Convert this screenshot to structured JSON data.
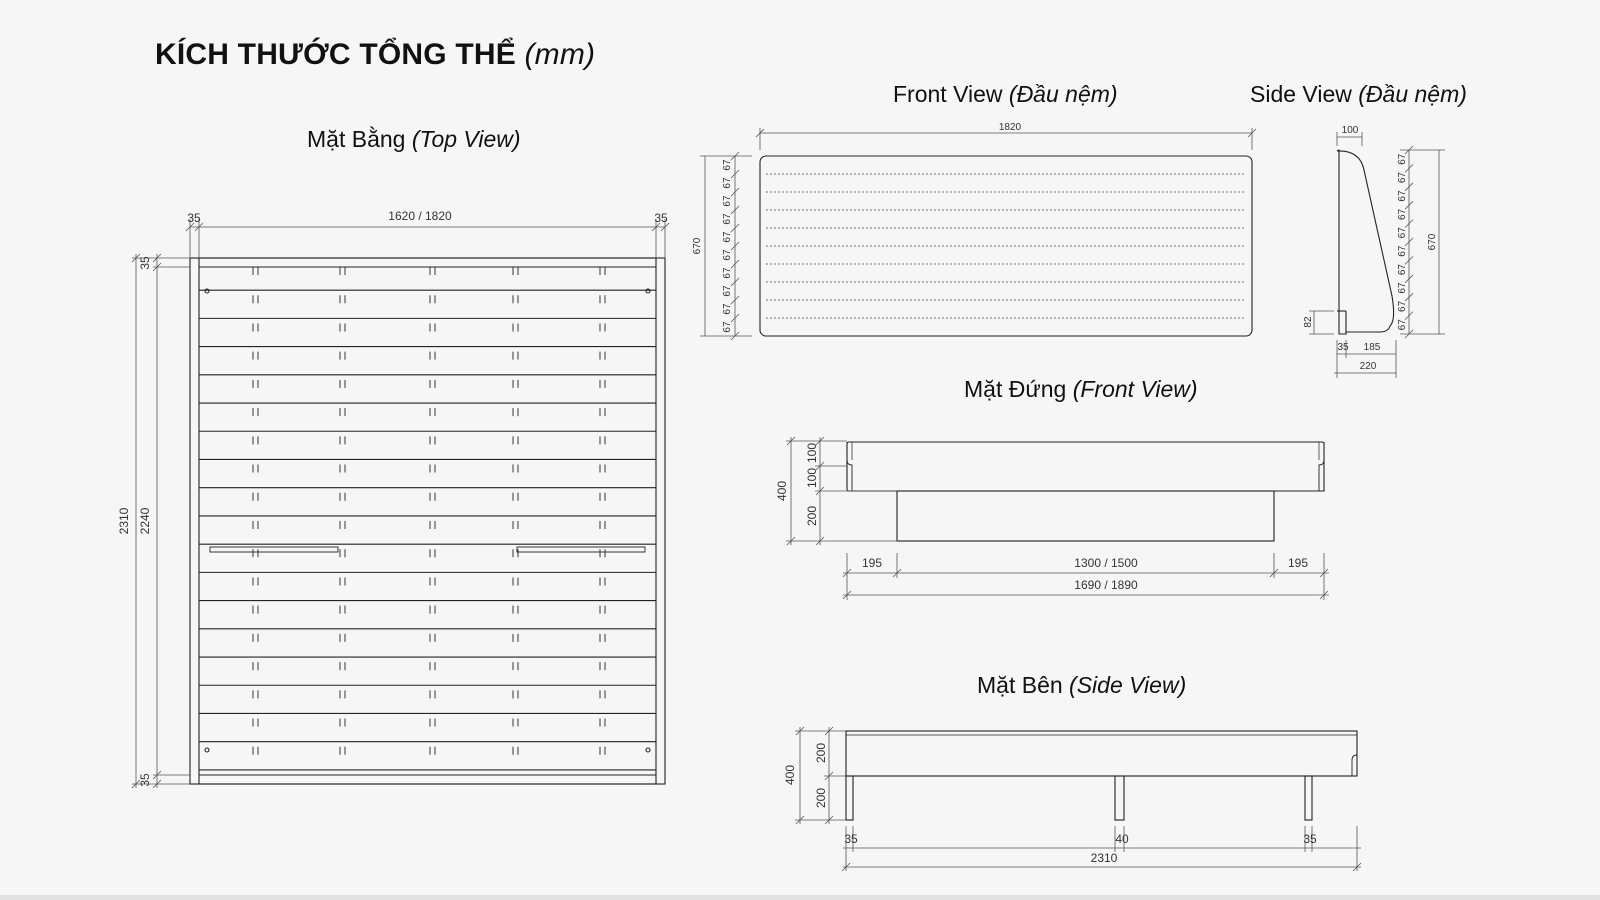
{
  "title": {
    "main": "KÍCH THƯỚC TỔNG THỂ",
    "unit": "(mm)"
  },
  "views": {
    "top": {
      "label": "Mặt Bằng",
      "sub": "(Top View)"
    },
    "front_head": {
      "label": "Front View",
      "sub": "(Đầu nệm)"
    },
    "side_head": {
      "label": "Side View",
      "sub": "(Đầu nệm)"
    },
    "front": {
      "label": "Mặt Đứng",
      "sub": "(Front View)"
    },
    "side": {
      "label": "Mặt Bên",
      "sub": "(Side View)"
    }
  },
  "dims": {
    "top_left_margin": "35",
    "top_width": "1620 / 1820",
    "top_right_margin": "35",
    "top_total_length": "2310",
    "top_inner_length": "2240",
    "top_edge_top": "35",
    "top_edge_bottom": "35",
    "head_width": "1820",
    "head_height": "670",
    "head_slat": "67",
    "side_head_depth": "100",
    "side_head_height": "670",
    "side_head_base": "82",
    "side_head_b1": "35",
    "side_head_b2": "185",
    "side_head_total": "220",
    "front_total_height": "400",
    "front_upper_1": "100",
    "front_upper_2": "100",
    "front_lower": "200",
    "front_left": "195",
    "front_mid": "1300 / 1500",
    "front_right": "195",
    "front_total_width": "1690 / 1890",
    "side_total_height": "400",
    "side_upper": "200",
    "side_lower": "200",
    "side_leg_left": "35",
    "side_leg_mid": "40",
    "side_leg_right": "35",
    "side_total_length": "2310"
  }
}
